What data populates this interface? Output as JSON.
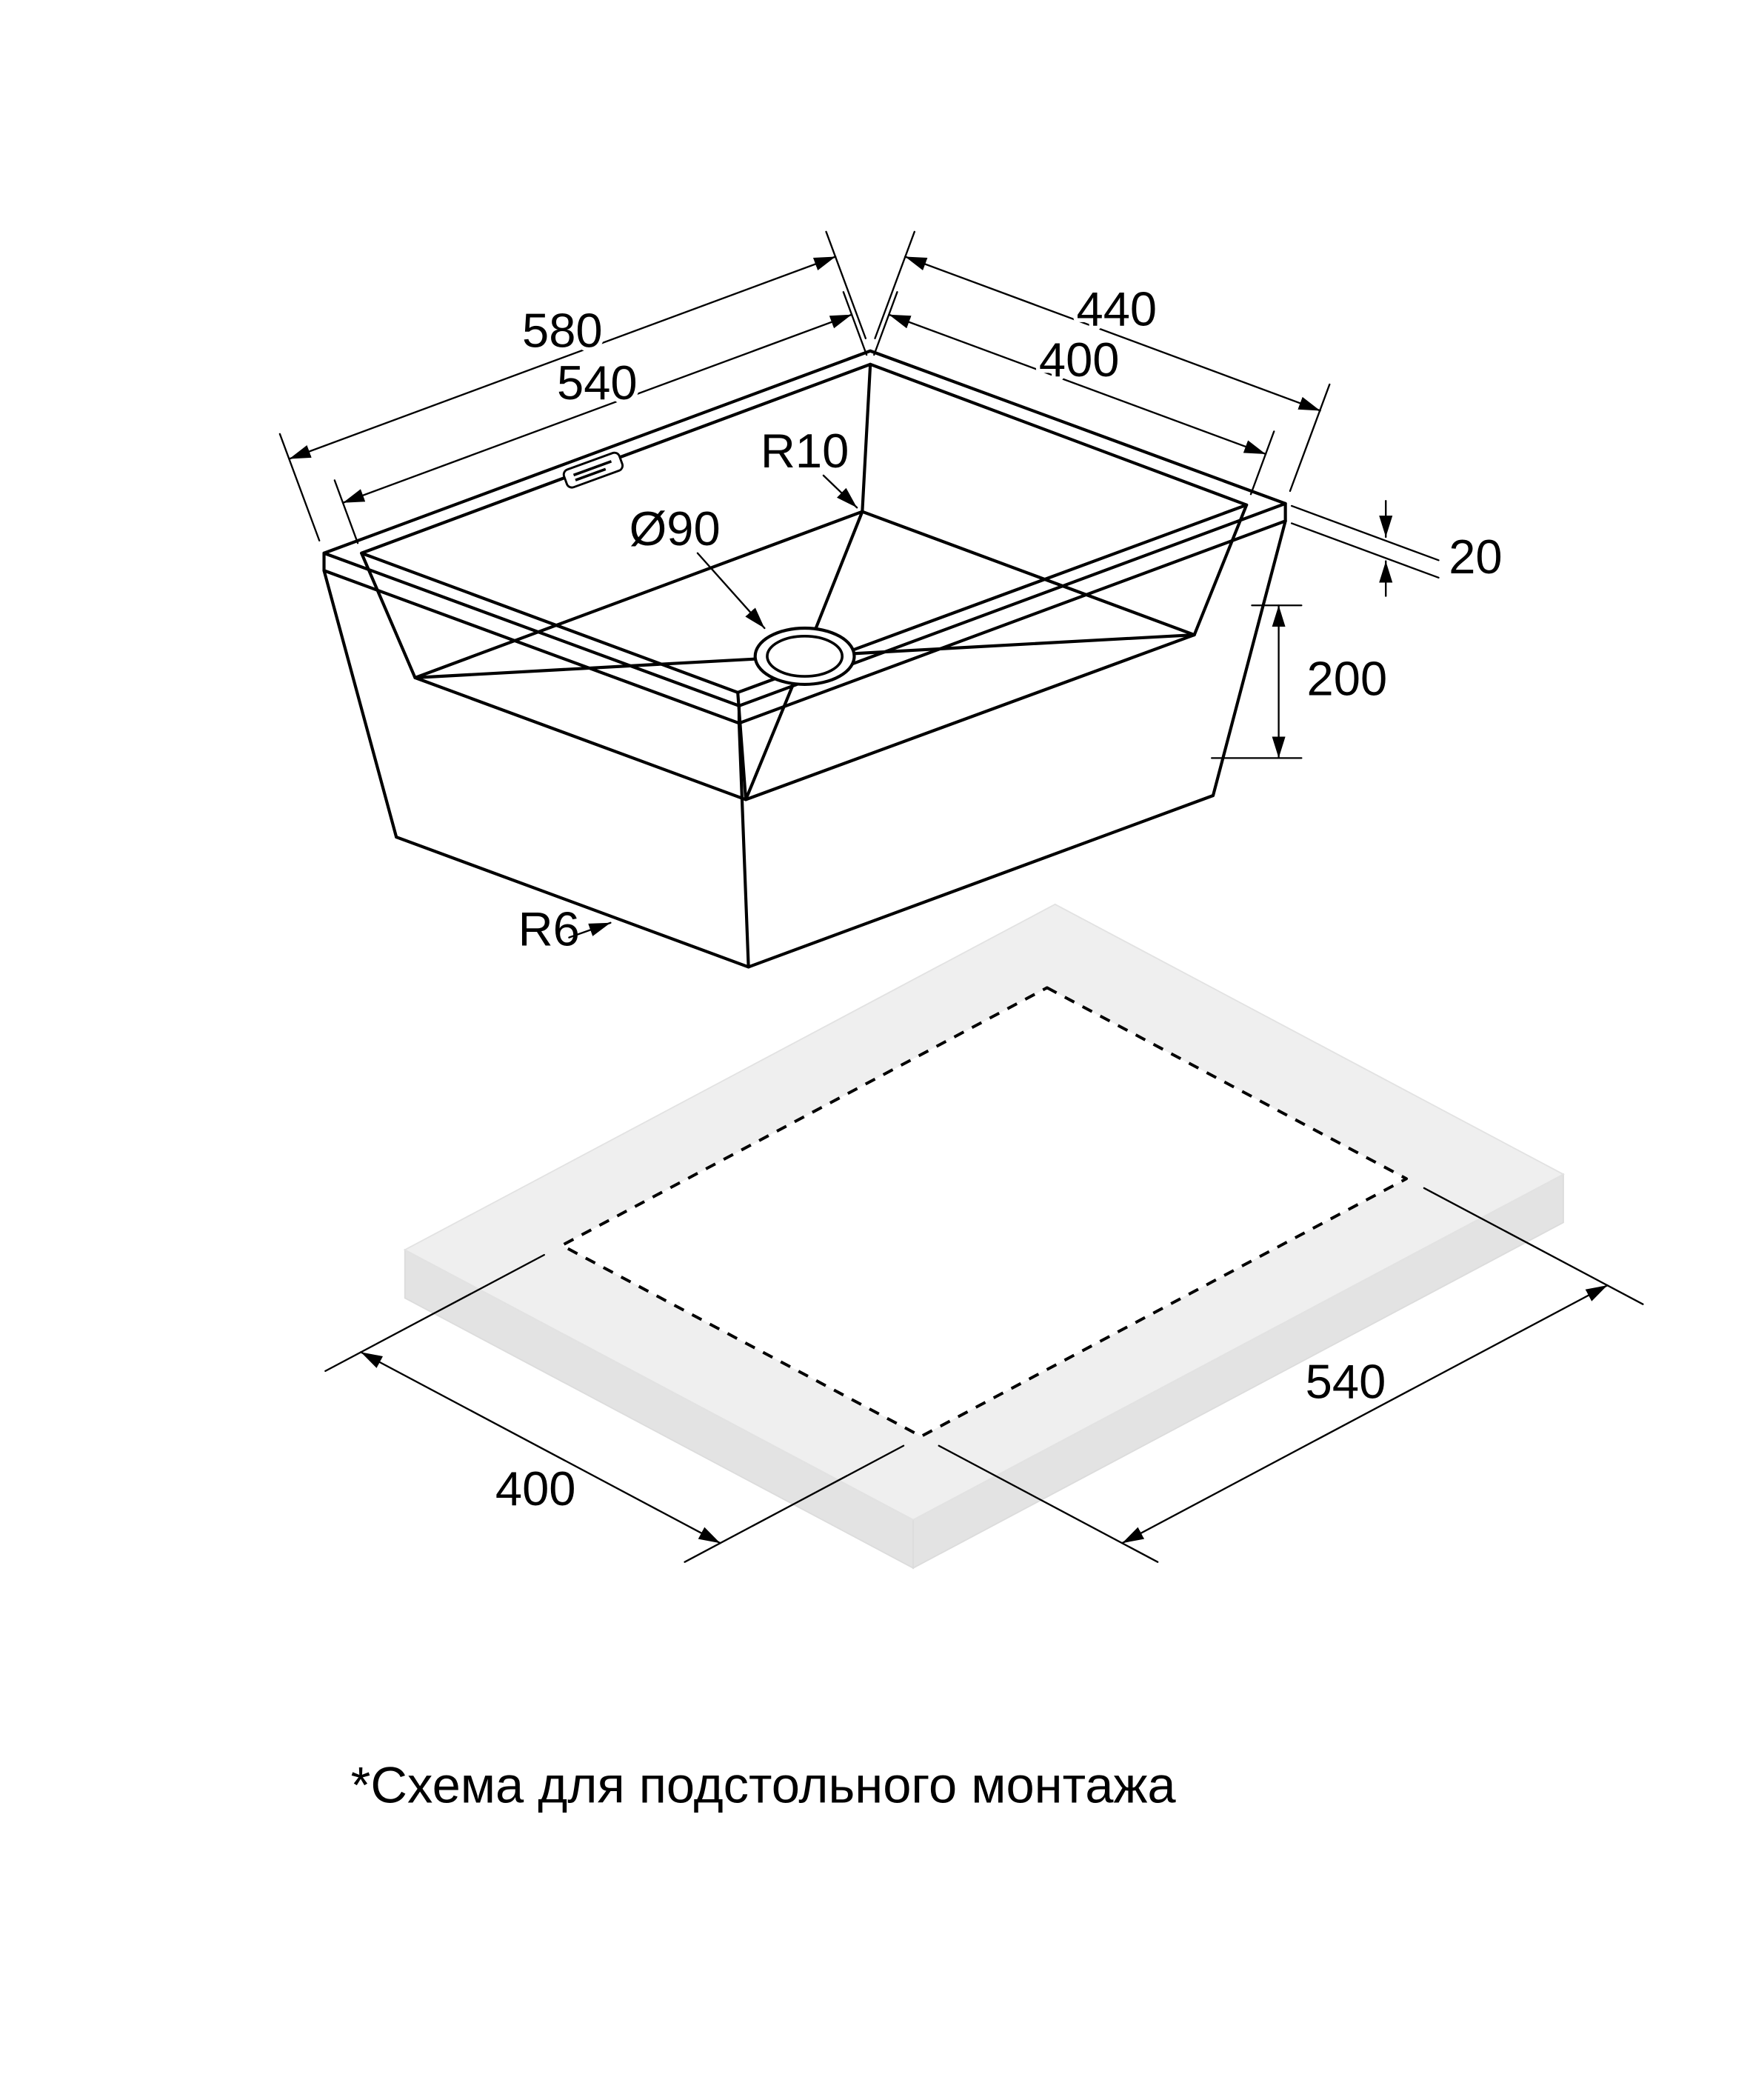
{
  "caption_note": "*Схема для подстольного монтажа",
  "colors": {
    "line": "#000000",
    "slab_top": "#efefef",
    "slab_side": "#e3e3e3",
    "background": "#ffffff"
  },
  "sink_view": {
    "outer_length": "580",
    "inner_length": "540",
    "outer_width": "440",
    "inner_width": "400",
    "corner_radius": "R10",
    "drain_diameter": "Ø90",
    "rim_height": "20",
    "bowl_depth": "200",
    "bottom_radius": "R6"
  },
  "cutout_view": {
    "cutout_length": "540",
    "cutout_width": "400"
  }
}
